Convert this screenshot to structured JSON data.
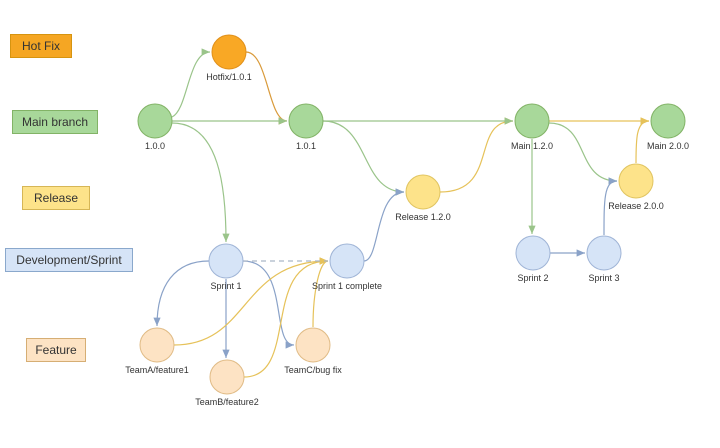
{
  "legend": [
    {
      "id": "hotfix",
      "label": "Hot Fix",
      "fill": "#f5a623",
      "stroke": "#d69410"
    },
    {
      "id": "main",
      "label": "Main branch",
      "fill": "#a8d89a",
      "stroke": "#82b366"
    },
    {
      "id": "release",
      "label": "Release",
      "fill": "#fde38a",
      "stroke": "#d6b656"
    },
    {
      "id": "dev",
      "label": "Development/Sprint",
      "fill": "#d6e4f7",
      "stroke": "#8aa8cc"
    },
    {
      "id": "feature",
      "label": "Feature",
      "fill": "#fde3c4",
      "stroke": "#d6ae74"
    }
  ],
  "colors": {
    "main_node": "#a8d89a",
    "main_stroke": "#82b366",
    "hotfix_node": "#f9a825",
    "hotfix_stroke": "#e0901a",
    "release_node": "#fde38a",
    "release_stroke": "#e0c460",
    "dev_node": "#d6e4f7",
    "dev_stroke": "#9fb4d6",
    "feature_node": "#fde3c4",
    "feature_stroke": "#e0bb85",
    "edge_green": "#9ac48a",
    "edge_orange": "#d99a3a",
    "edge_blue": "#8aa2c8",
    "edge_yellow": "#e6c25a"
  },
  "nodes": [
    {
      "id": "n100",
      "label": "1.0.0",
      "type": "main"
    },
    {
      "id": "nhotfix",
      "label": "Hotfix/1.0.1",
      "type": "hotfix"
    },
    {
      "id": "n101",
      "label": "1.0.1",
      "type": "main"
    },
    {
      "id": "nrel120",
      "label": "Release 1.2.0",
      "type": "release"
    },
    {
      "id": "nmain120",
      "label": "Main 1.2.0",
      "type": "main"
    },
    {
      "id": "nmain200",
      "label": "Main 2.0.0",
      "type": "main"
    },
    {
      "id": "nrel200",
      "label": "Release 2.0.0",
      "type": "release"
    },
    {
      "id": "nsprint1",
      "label": "Sprint 1",
      "type": "dev"
    },
    {
      "id": "nsprint1c",
      "label": "Sprint 1 complete",
      "type": "dev"
    },
    {
      "id": "nsprint2",
      "label": "Sprint 2",
      "type": "dev"
    },
    {
      "id": "nsprint3",
      "label": "Sprint 3",
      "type": "dev"
    },
    {
      "id": "nfeat1",
      "label": "TeamA/feature1",
      "type": "feature"
    },
    {
      "id": "nfeat2",
      "label": "TeamB/feature2",
      "type": "feature"
    },
    {
      "id": "nbugfix",
      "label": "TeamC/bug fix",
      "type": "feature"
    }
  ]
}
